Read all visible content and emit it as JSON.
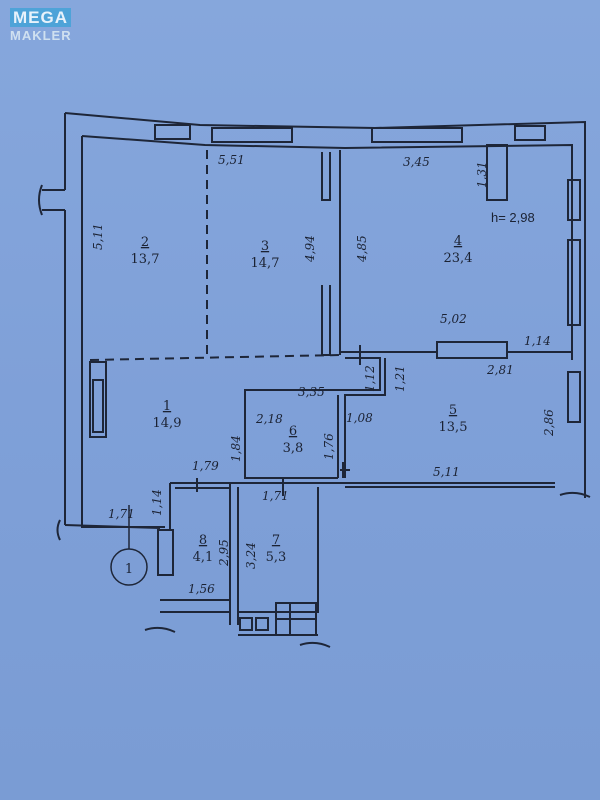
{
  "logo": {
    "line1": "MEGA",
    "line2": "MAKLER"
  },
  "plan": {
    "ceiling_height": "h= 2,98",
    "entrance_marker": "1",
    "rooms": [
      {
        "num": "1",
        "area": "14,9"
      },
      {
        "num": "2",
        "area": "13,7"
      },
      {
        "num": "3",
        "area": "14,7"
      },
      {
        "num": "4",
        "area": "23,4"
      },
      {
        "num": "5",
        "area": "13,5"
      },
      {
        "num": "6",
        "area": "3,8"
      },
      {
        "num": "7",
        "area": "5,3"
      },
      {
        "num": "8",
        "area": "4,1"
      }
    ],
    "dimensions": {
      "d_5_51": "5,51",
      "d_3_45": "3,45",
      "d_1_31": "1,31",
      "d_5_11_left": "5,11",
      "d_4_94": "4,94",
      "d_4_85": "4,85",
      "d_5_02": "5,02",
      "d_1_14_right": "1,14",
      "d_2_81": "2,81",
      "d_3_35": "3,35",
      "d_1_12": "1,12",
      "d_1_21": "1,21",
      "d_1_08": "1,08",
      "d_2_86": "2,86",
      "d_2_18": "2,18",
      "d_1_76": "1,76",
      "d_1_84": "1,84",
      "d_1_79": "1,79",
      "d_5_11_bottom": "5,11",
      "d_1_71_a": "1,71",
      "d_1_14_left": "1,14",
      "d_1_71_b": "1,71",
      "d_2_95": "2,95",
      "d_3_24": "3,24",
      "d_1_56": "1,56"
    }
  }
}
